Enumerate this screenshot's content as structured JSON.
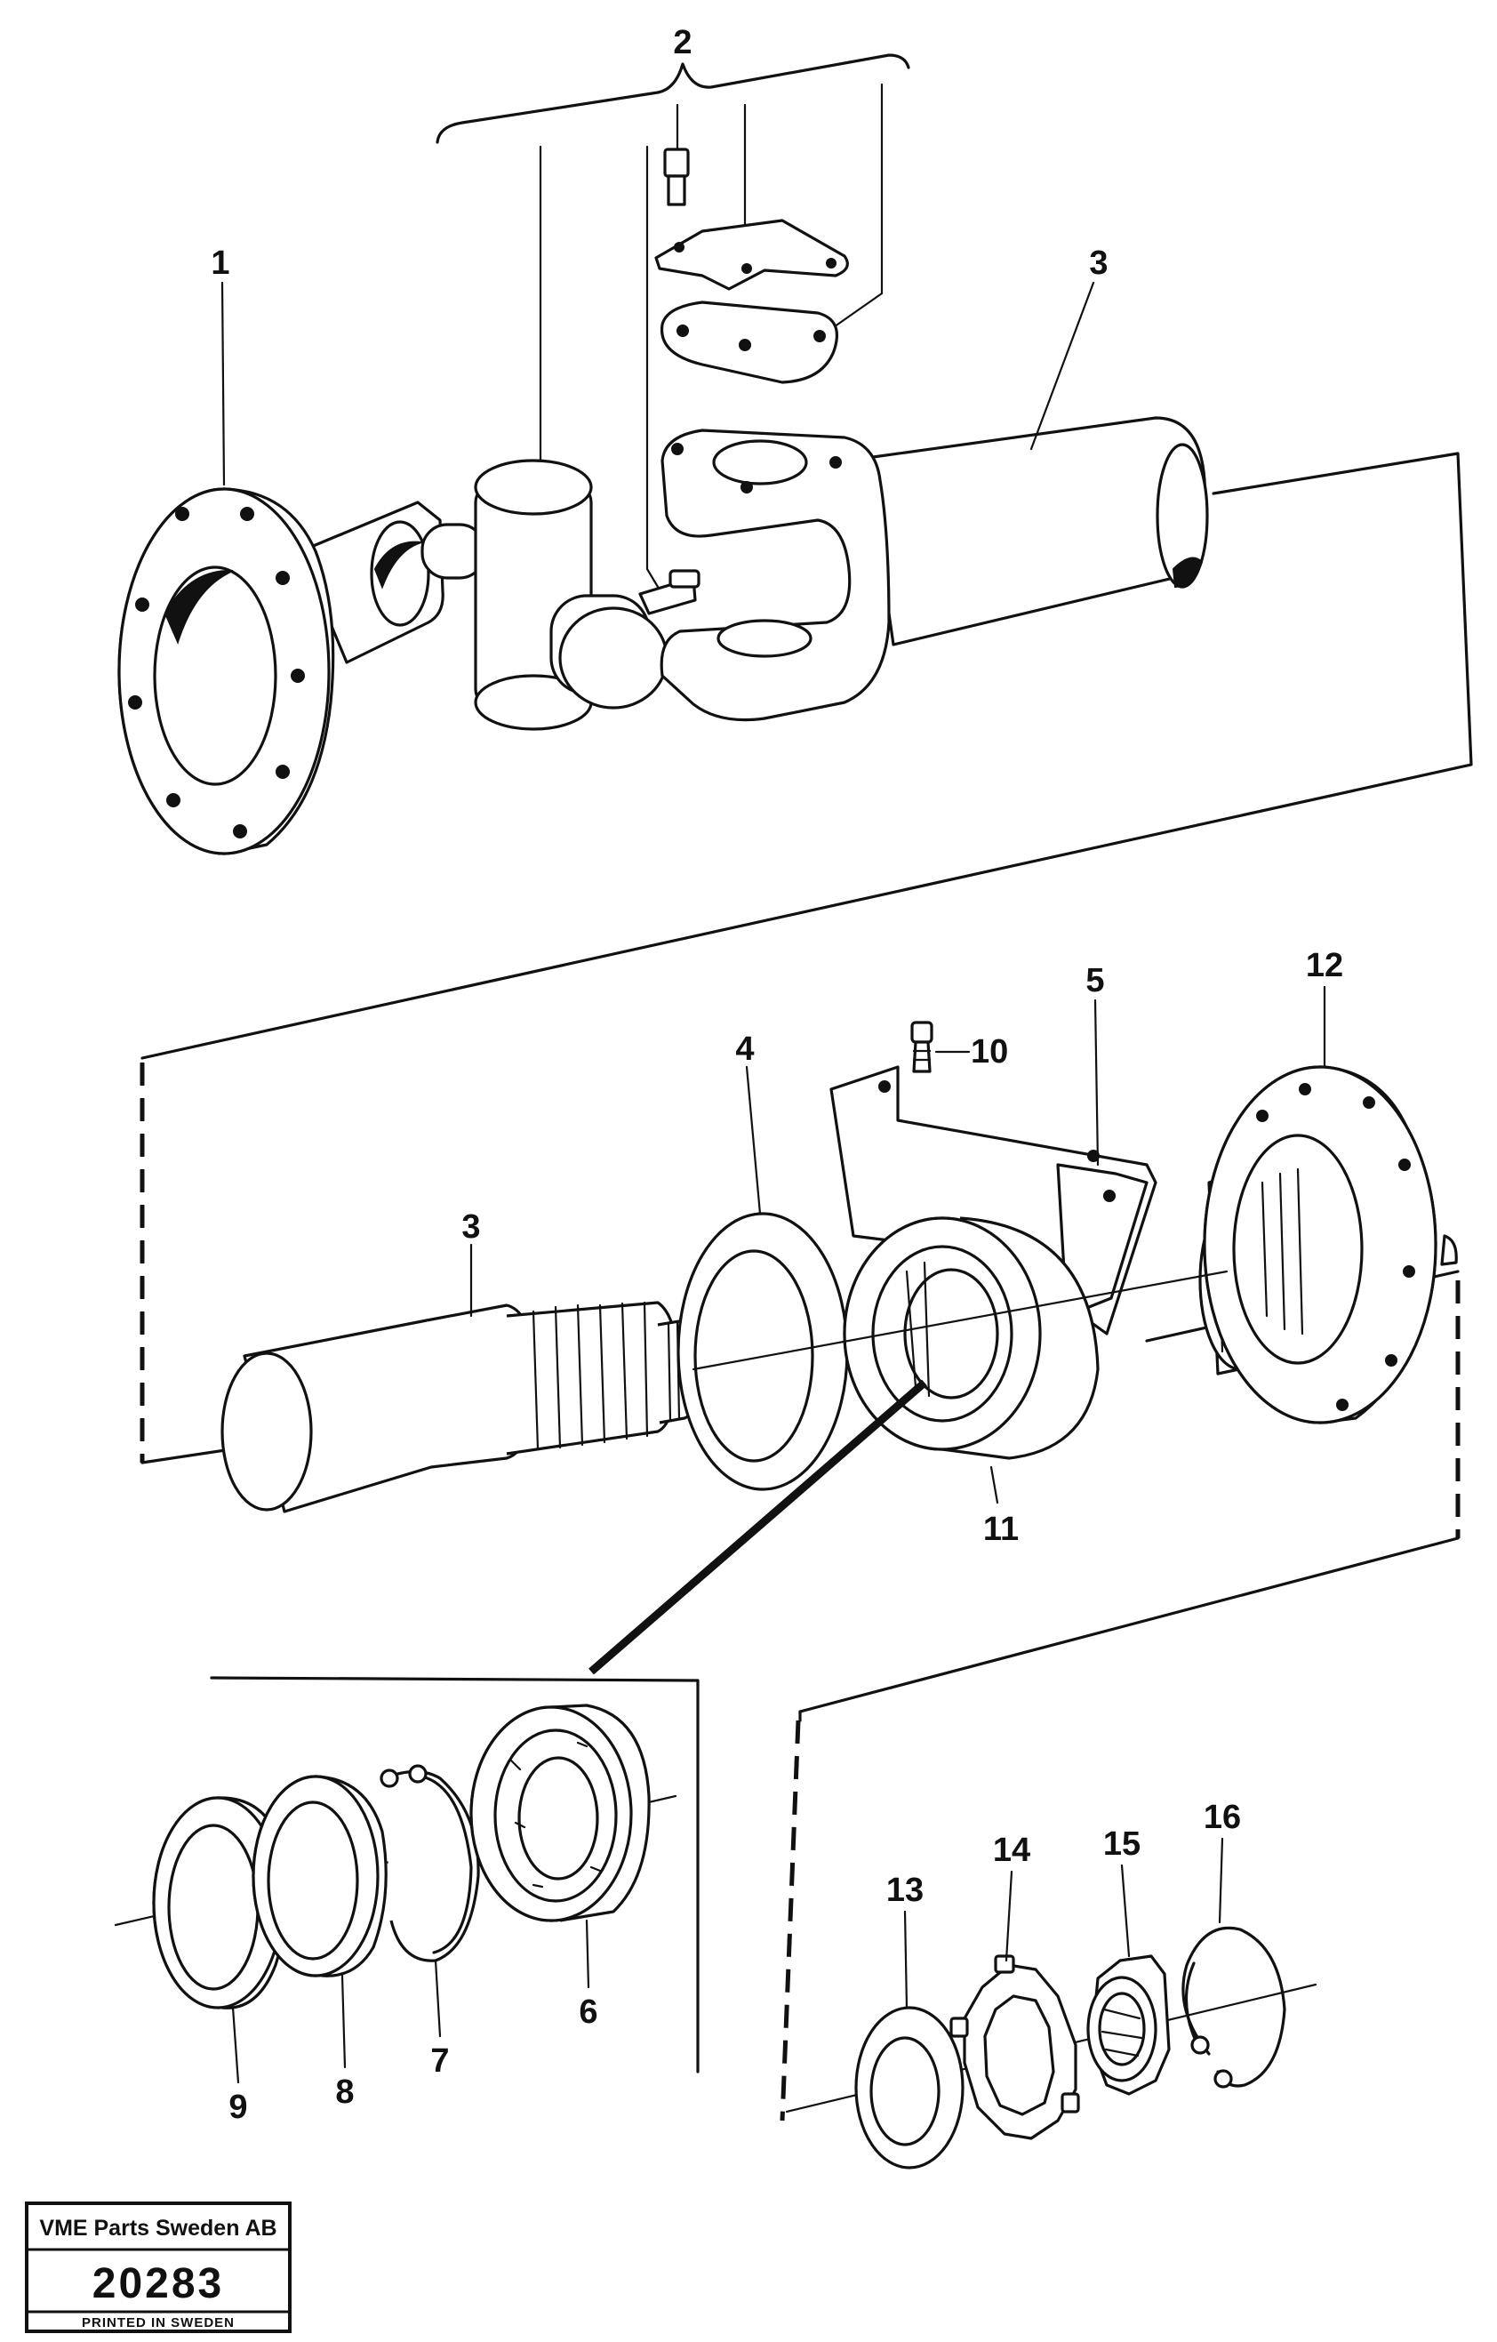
{
  "callouts": {
    "c1": "1",
    "c2": "2",
    "c3_top": "3",
    "c3_mid": "3",
    "c4": "4",
    "c5": "5",
    "c6": "6",
    "c7": "7",
    "c8": "8",
    "c9": "9",
    "c10": "10",
    "c11": "11",
    "c12": "12",
    "c13": "13",
    "c14": "14",
    "c15": "15",
    "c16": "16"
  },
  "stamp": {
    "company": "VME Parts Sweden AB",
    "number": "20283",
    "printed": "PRINTED IN SWEDEN"
  }
}
